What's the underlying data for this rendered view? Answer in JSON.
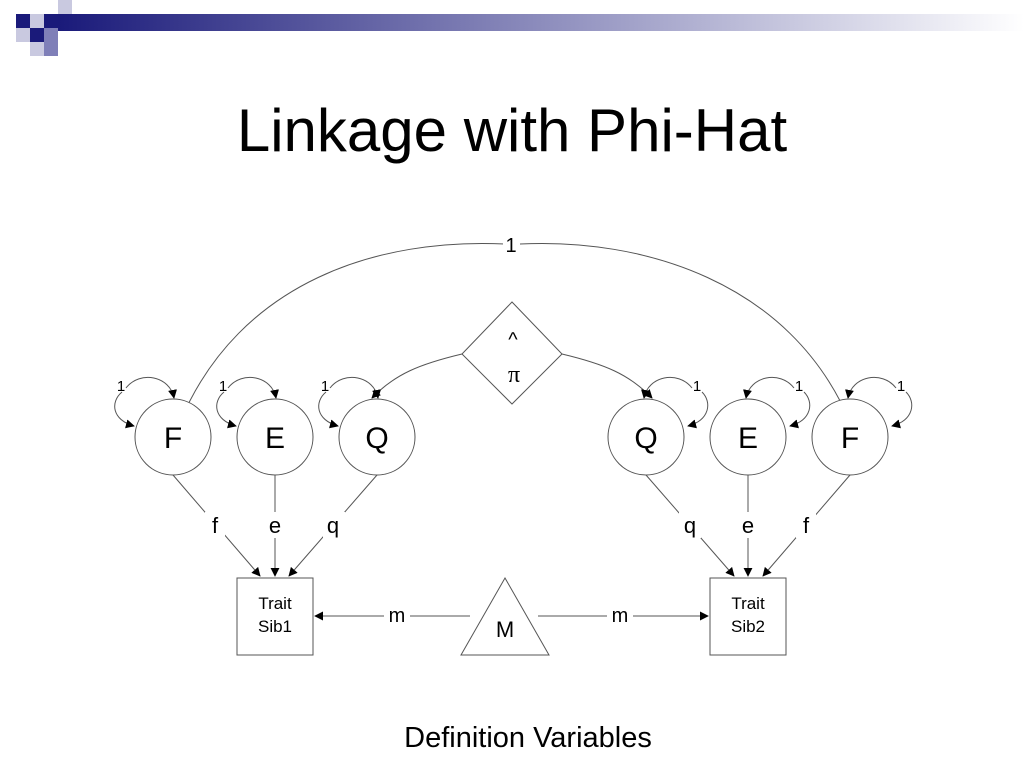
{
  "slide": {
    "title": "Linkage with Phi-Hat",
    "footer": "Definition Variables",
    "colors": {
      "accent_dark": "#1a1a7a",
      "accent_mid": "#7f7fb8",
      "accent_light": "#c9c9e0"
    }
  },
  "diagram": {
    "top_path_label": "1",
    "pihat": {
      "hat": "^",
      "symbol": "π"
    },
    "variance_label": "1",
    "sib1": {
      "latents": [
        "F",
        "E",
        "Q"
      ],
      "path_labels": [
        "f",
        "e",
        "q"
      ],
      "observed": [
        "Trait",
        "Sib1"
      ],
      "def_path_label": "m"
    },
    "sib2": {
      "latents": [
        "Q",
        "E",
        "F"
      ],
      "path_labels": [
        "q",
        "e",
        "f"
      ],
      "observed": [
        "Trait",
        "Sib2"
      ],
      "def_path_label": "m"
    },
    "definition_variable": "M"
  }
}
